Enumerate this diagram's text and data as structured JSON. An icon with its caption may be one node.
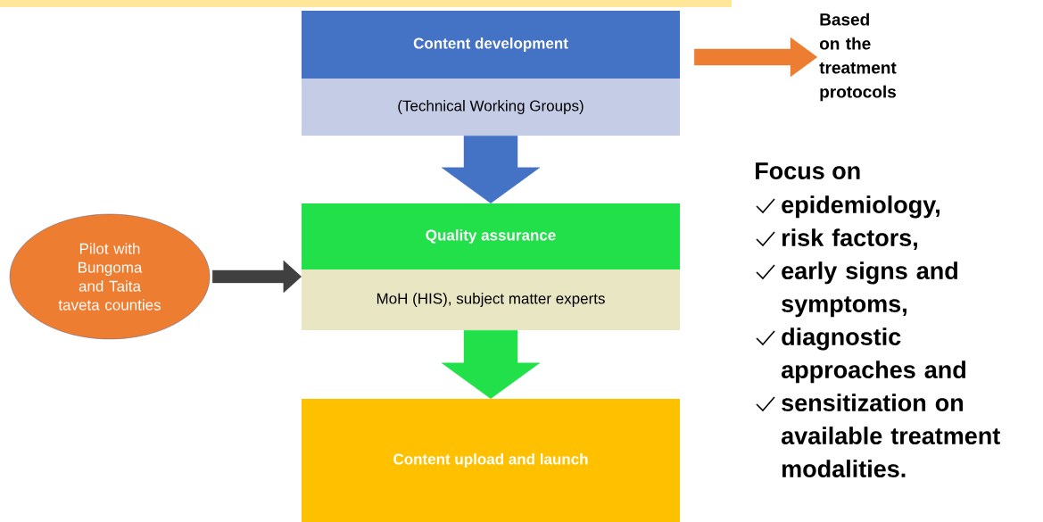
{
  "diagram": {
    "nodes": [
      {
        "text": [
          "Content development",
          "(Technical Working Groups)"
        ]
      },
      {
        "text": [
          "Quality assurance",
          "MoH (HIS), subject matter experts"
        ]
      },
      {
        "text": [
          "Content upload and launch"
        ]
      },
      {
        "text": [
          "Pilot with Bungoma and Taita taveta counties"
        ]
      },
      {
        "text": [
          "Based on the treatment protocols"
        ]
      }
    ],
    "edges": [
      {
        "from": 0,
        "to": 1,
        "arrow": "to",
        "color": "#4472c4"
      },
      {
        "from": 1,
        "to": 2,
        "arrow": "to",
        "color": "#22e04a"
      },
      {
        "from": 3,
        "to": 1,
        "arrow": "to",
        "color": "#404040"
      },
      {
        "from": 0,
        "to": 4,
        "arrow": "to",
        "color": "#ed7d31"
      }
    ],
    "labels": [
      "Focus on",
      "epidemiology,",
      "risk factors,",
      "early signs and symptoms,",
      "diagnostic approaches and",
      "sensitization on available treatment modalities."
    ]
  }
}
